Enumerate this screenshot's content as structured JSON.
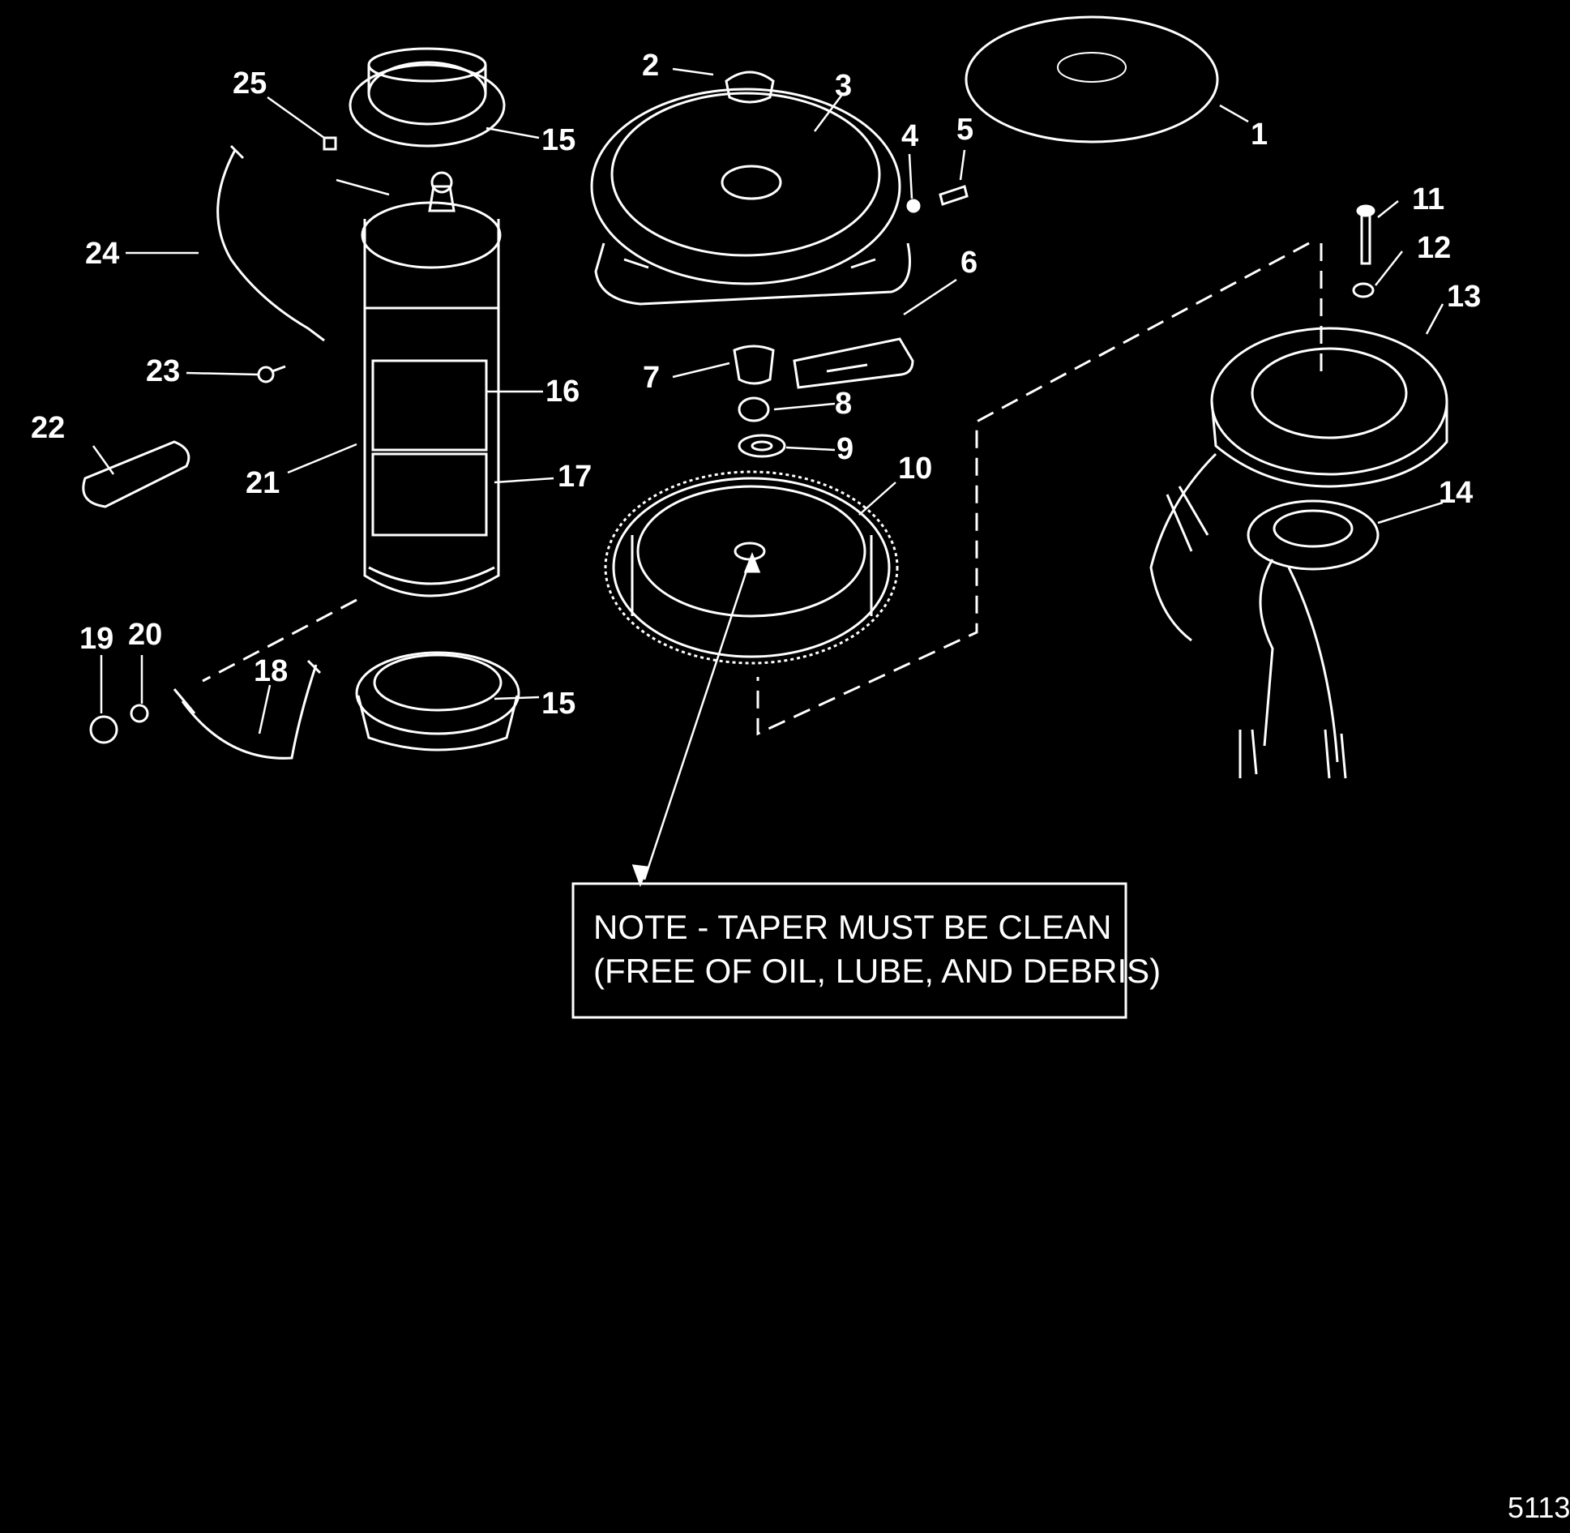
{
  "callouts": [
    "1",
    "2",
    "3",
    "4",
    "5",
    "6",
    "7",
    "8",
    "9",
    "10",
    "11",
    "12",
    "13",
    "14",
    "15",
    "15",
    "16",
    "17",
    "18",
    "19",
    "20",
    "21",
    "22",
    "23",
    "24",
    "25"
  ],
  "note": {
    "line1": "NOTE - TAPER MUST BE CLEAN",
    "line2": "(FREE OF OIL, LUBE, AND DEBRIS)"
  },
  "figure_number": "5113",
  "colors": {
    "background": "#000000",
    "ink": "#ffffff"
  }
}
